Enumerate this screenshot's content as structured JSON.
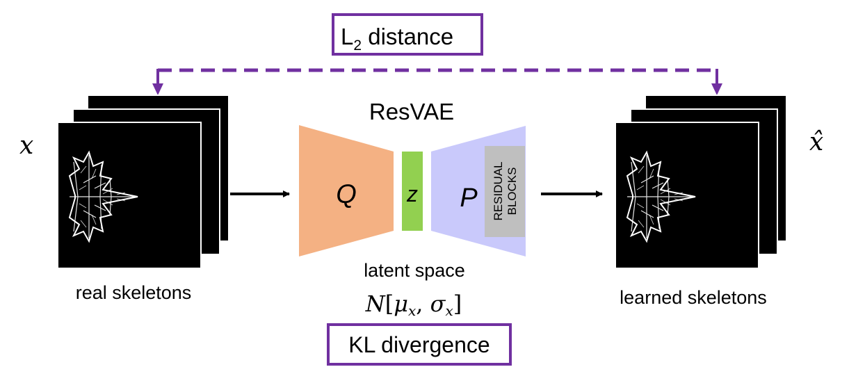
{
  "loss_top": {
    "label_main": "L",
    "label_sub": "2",
    "label_rest": " distance"
  },
  "loss_bottom": {
    "label": "KL divergence"
  },
  "input": {
    "symbol": "x",
    "caption": "real skeletons"
  },
  "output": {
    "symbol": "x̂",
    "caption": "learned skeletons"
  },
  "model": {
    "title": "ResVAE",
    "encoder_label": "Q",
    "latent_label": "z",
    "decoder_label": "P",
    "residual_line1": "RESIDUAL",
    "residual_line2": "BLOCKS",
    "latent_caption": "latent space",
    "distribution_N": "N",
    "distribution_open": "[",
    "distribution_mu": "μ",
    "distribution_x1": "x",
    "distribution_comma": ", ",
    "distribution_sigma": "σ",
    "distribution_x2": "x",
    "distribution_close": "]"
  },
  "colors": {
    "encoder": "#f4b183",
    "latent": "#92d050",
    "decoder": "#c9c9fb",
    "residual": "#bfbfbf",
    "loss_box": "#7030a0",
    "image_bg": "#000000"
  }
}
